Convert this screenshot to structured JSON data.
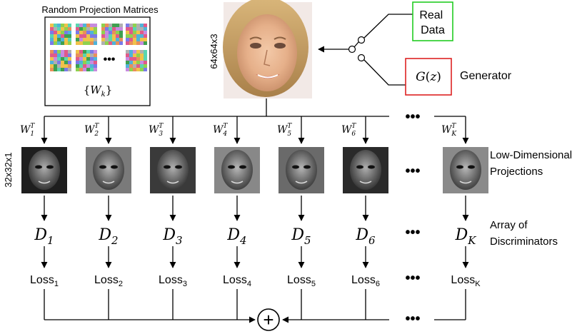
{
  "matrices_box": {
    "title": "Random Projection Matrices",
    "ellipsis": "•••",
    "set_label": "{W_k}"
  },
  "input_image": {
    "size_label": "64x64x3",
    "depicts": "face-photo"
  },
  "sources": {
    "real_data": "Real Data",
    "real_data_lines": [
      "Real",
      "Data"
    ],
    "generator_box": "G(z)",
    "generator_label": "Generator"
  },
  "projection_labels": [
    "W_1^T",
    "W_2^T",
    "W_3^T",
    "W_4^T",
    "W_5^T",
    "W_6^T",
    "W_K^T"
  ],
  "projection_label_parts": [
    {
      "base": "W",
      "sub": "1",
      "sup": "T"
    },
    {
      "base": "W",
      "sub": "2",
      "sup": "T"
    },
    {
      "base": "W",
      "sub": "3",
      "sup": "T"
    },
    {
      "base": "W",
      "sub": "4",
      "sup": "T"
    },
    {
      "base": "W",
      "sub": "5",
      "sup": "T"
    },
    {
      "base": "W",
      "sub": "6",
      "sup": "T"
    },
    {
      "base": "W",
      "sub": "K",
      "sup": "T"
    }
  ],
  "projection_size_label": "32x32x1",
  "projections_label": "Low-Dimensional Projections",
  "projections_label_lines": [
    "Low-Dimensional",
    "Projections"
  ],
  "discriminators": [
    {
      "base": "D",
      "sub": "1"
    },
    {
      "base": "D",
      "sub": "2"
    },
    {
      "base": "D",
      "sub": "3"
    },
    {
      "base": "D",
      "sub": "4"
    },
    {
      "base": "D",
      "sub": "5"
    },
    {
      "base": "D",
      "sub": "6"
    },
    {
      "base": "D",
      "sub": "K"
    }
  ],
  "discriminators_label": "Array of Discriminators",
  "discriminators_label_lines": [
    "Array of",
    "Discriminators"
  ],
  "losses": [
    {
      "base": "Loss",
      "sub": "1"
    },
    {
      "base": "Loss",
      "sub": "2"
    },
    {
      "base": "Loss",
      "sub": "3"
    },
    {
      "base": "Loss",
      "sub": "4"
    },
    {
      "base": "Loss",
      "sub": "5"
    },
    {
      "base": "Loss",
      "sub": "6"
    },
    {
      "base": "Loss",
      "sub": "K"
    }
  ],
  "ellipsis": "•••",
  "sum_symbol": "+",
  "colors": {
    "real_data_border": "#22cc22",
    "generator_border": "#dd2222",
    "line": "#000000"
  }
}
